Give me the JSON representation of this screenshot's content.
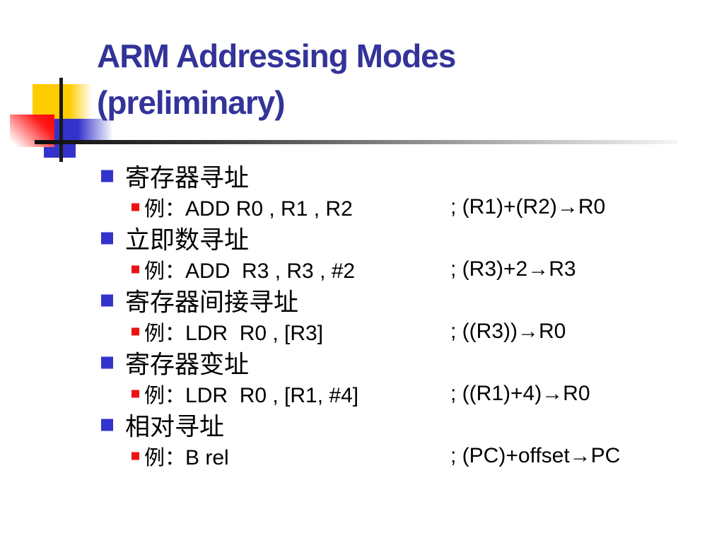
{
  "slide": {
    "title_line1": "ARM Addressing Modes",
    "title_line2": "(preliminary)",
    "colors": {
      "title": "#333399",
      "level1_bullet": "#3333cc",
      "level2_bullet": "#ee1111",
      "decor_yellow": "#ffcc00",
      "decor_blue": "#3333cc",
      "decor_red": "#ff0000",
      "body_text": "#000000"
    },
    "items": [
      {
        "term": "寄存器寻址",
        "example_label": "例：",
        "code": "ADD R0 , R1 , R2",
        "comment": "; (R1)+(R2)→R0"
      },
      {
        "term": "立即数寻址",
        "example_label": "例：",
        "code": "ADD  R3 , R3 , #2",
        "comment": "; (R3)+2→R3"
      },
      {
        "term": "寄存器间接寻址",
        "example_label": "例：",
        "code": "LDR  R0 , [R3]",
        "comment": "; ((R3))→R0"
      },
      {
        "term": "寄存器变址",
        "example_label": "例：",
        "code": "LDR  R0 , [R1, #4]",
        "comment": "; ((R1)+4)→R0"
      },
      {
        "term": "相对寻址",
        "example_label": "例：",
        "code": "B rel",
        "comment": "; (PC)+offset→PC"
      }
    ]
  }
}
